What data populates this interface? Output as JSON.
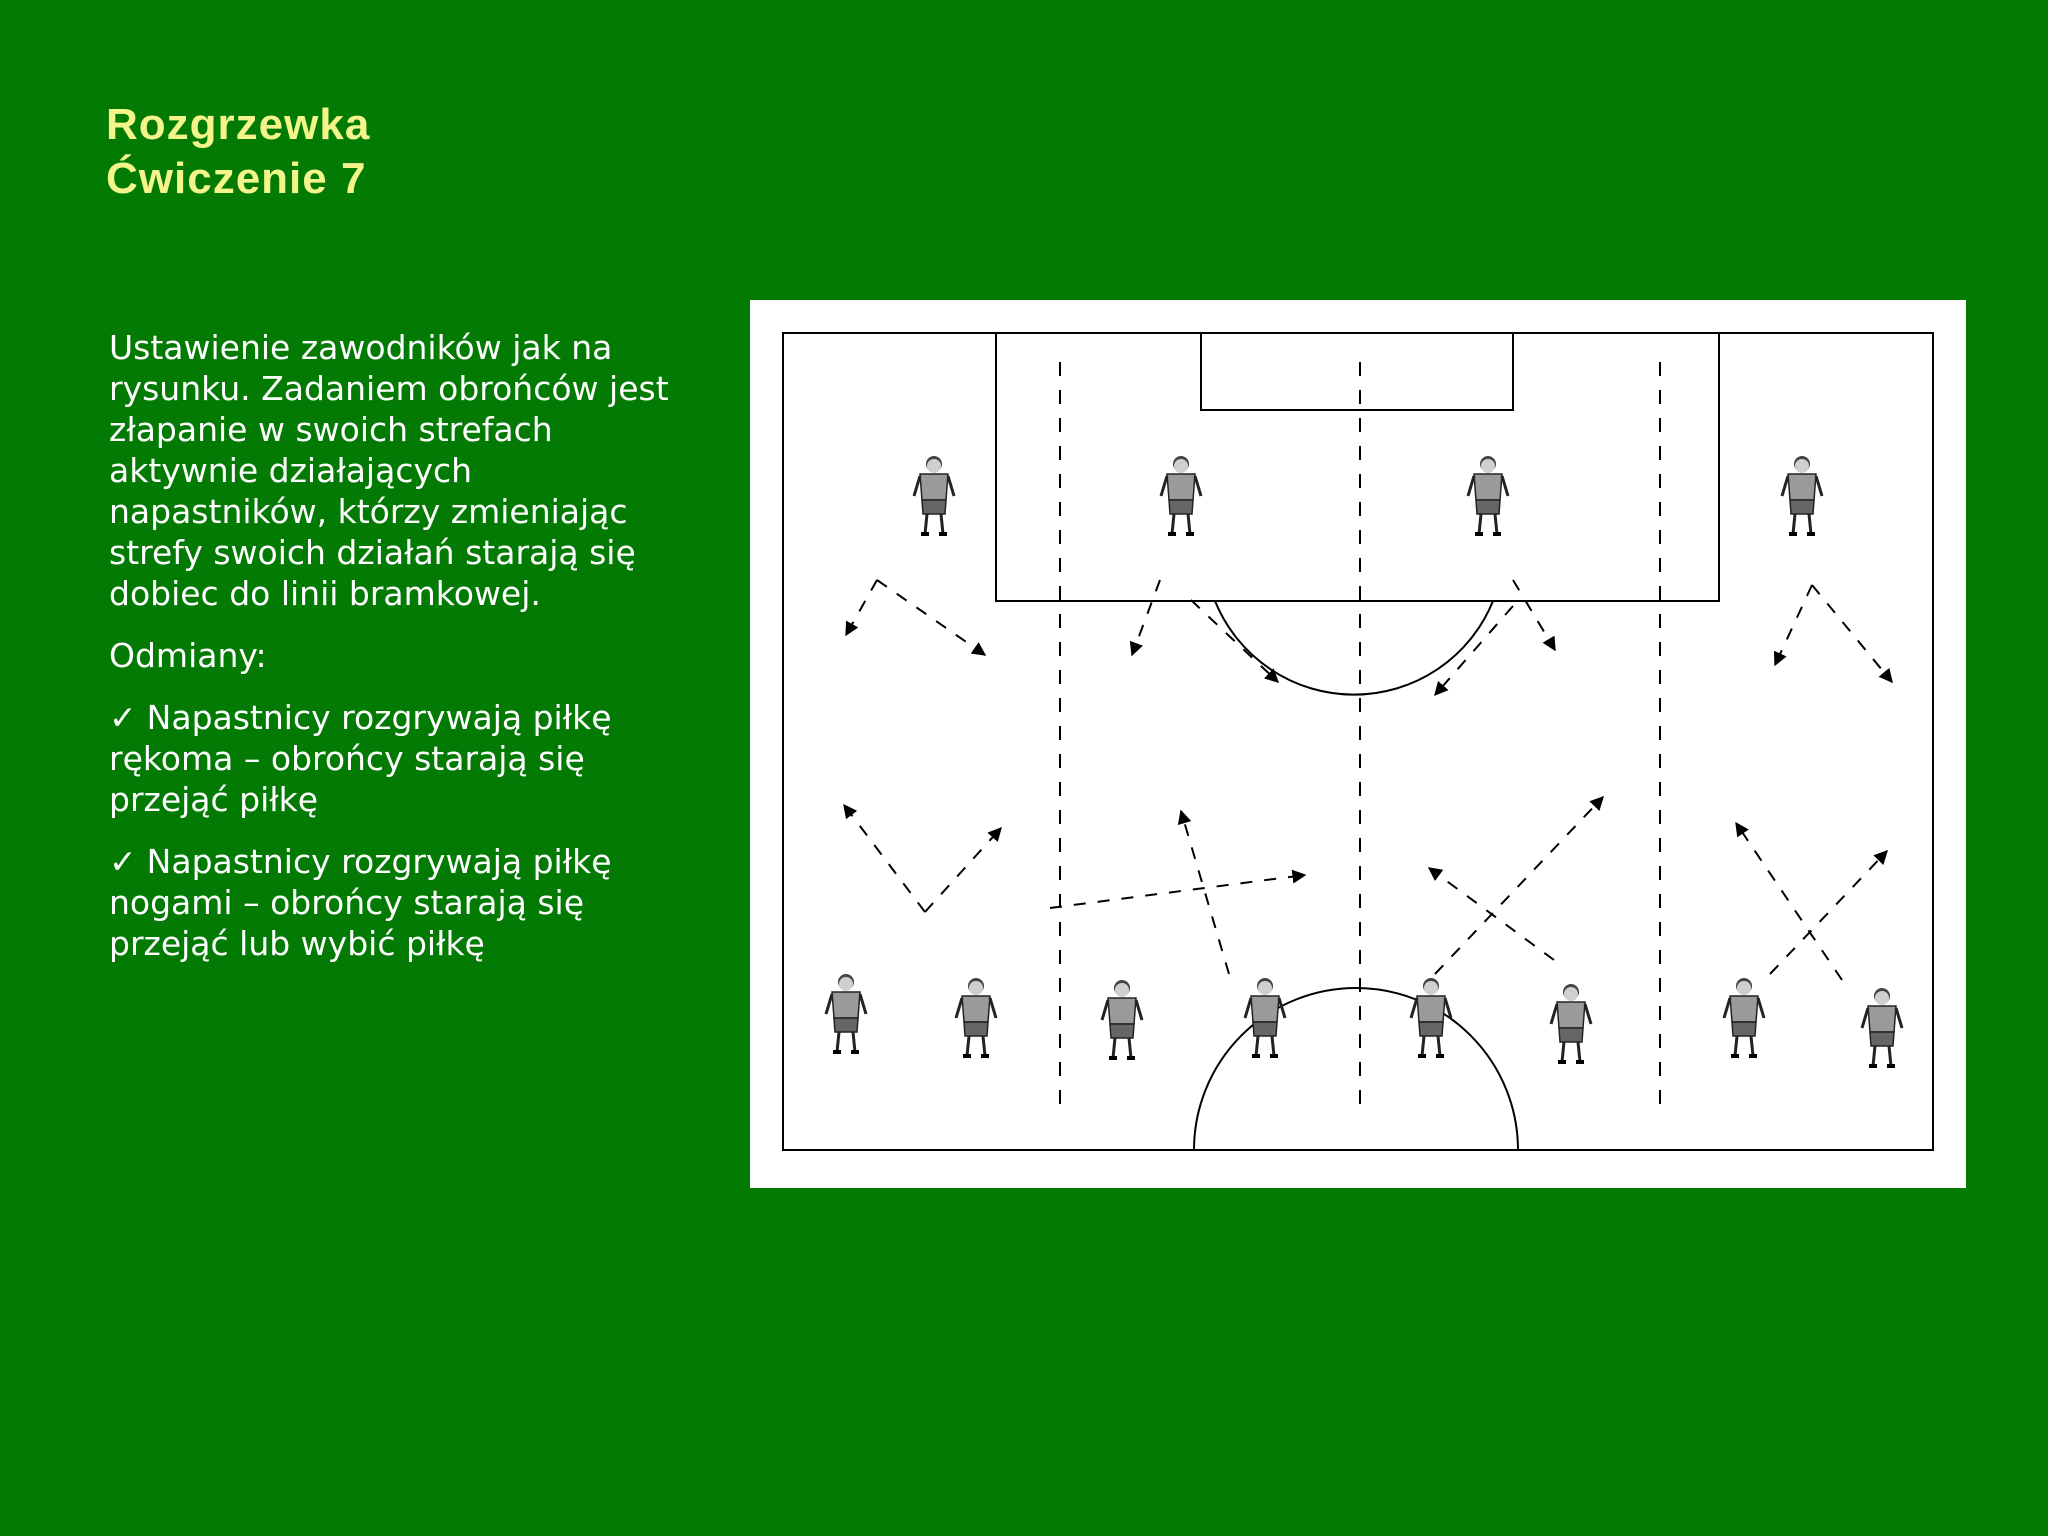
{
  "title": {
    "line1": "Rozgrzewka",
    "line2": "Ćwiczenie 7"
  },
  "description": "Ustawienie zawodników jak na rysunku. Zadaniem obrońców jest złapanie w swoich strefach aktywnie działających napastników, którzy zmieniając strefy swoich działań starają się dobiec do linii bramkowej.",
  "variants_heading": "Odmiany:",
  "variants": [
    {
      "check": "✓",
      "text": "Napastnicy rozgrywają piłkę rękoma – obrońcy starają się przejąć piłkę"
    },
    {
      "check": "✓",
      "text": "Napastnicy rozgrywają piłkę nogami – obrońcy starają się przejąć lub wybić piłkę"
    }
  ],
  "colors": {
    "background": "#037a03",
    "title": "#f3f58a",
    "text": "#ffffff",
    "player": "#9a9a9a"
  }
}
